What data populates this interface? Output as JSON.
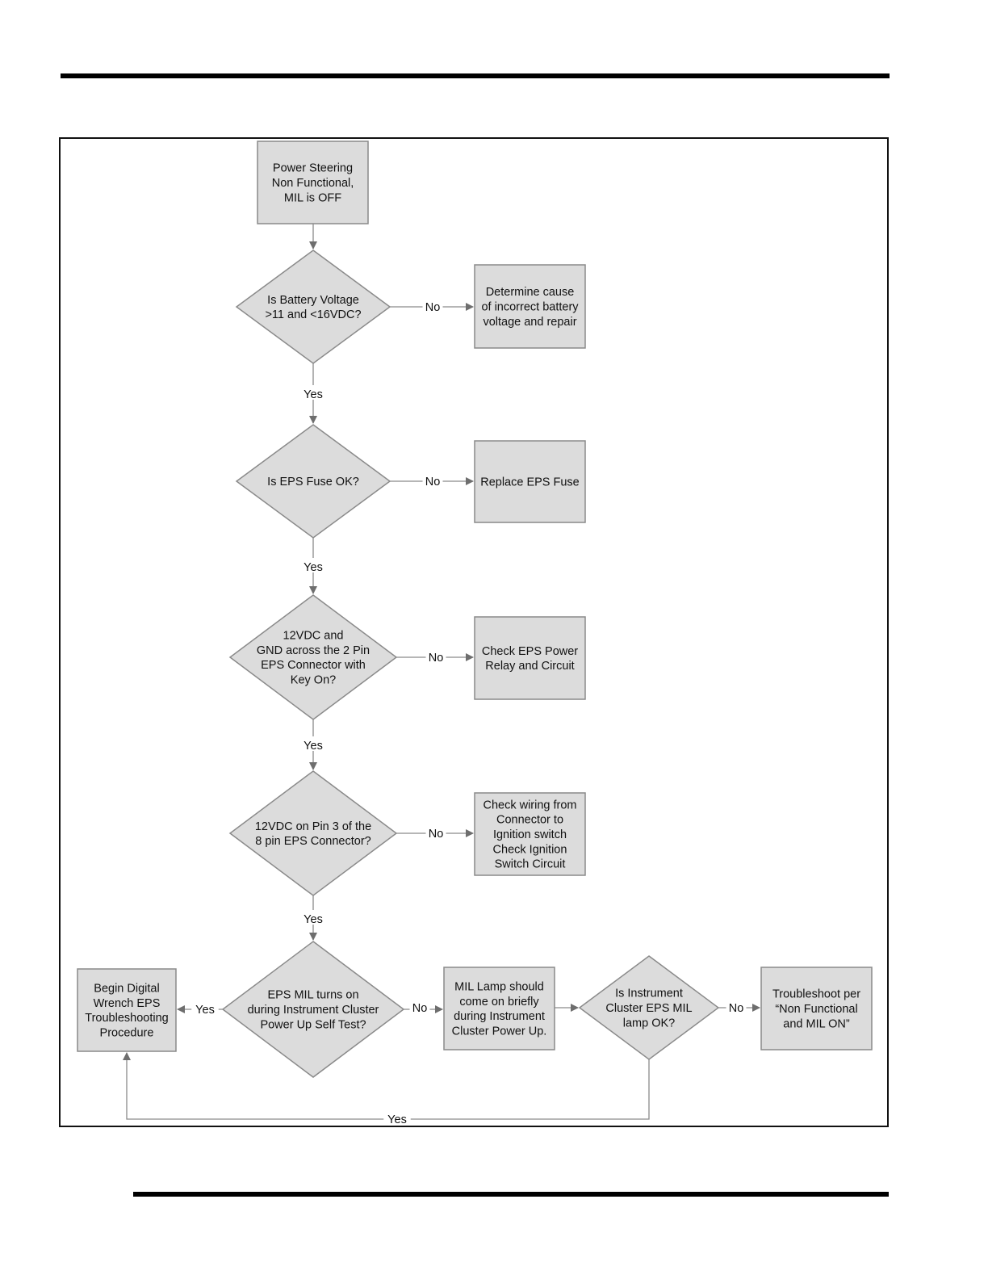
{
  "nodes": {
    "start": "Power Steering\nNon Functional,\nMIL is OFF",
    "d1": "Is Battery Voltage\n>11 and <16VDC?",
    "r1": "Determine cause\nof incorrect battery\nvoltage and repair",
    "d2": "Is EPS Fuse OK?",
    "r2": "Replace EPS Fuse",
    "d3": "12VDC and\nGND across the 2 Pin\nEPS Connector with\nKey On?",
    "r3": "Check EPS Power\nRelay and Circuit",
    "d4": "12VDC on Pin 3 of the\n8 pin EPS Connector?",
    "r4": "Check wiring from\nConnector to\nIgnition switch\nCheck Ignition\nSwitch Circuit",
    "d5": "EPS MIL turns on\nduring Instrument Cluster\nPower Up Self Test?",
    "begin": "Begin Digital\nWrench EPS\nTroubleshooting\nProcedure",
    "mil": "MIL Lamp should\ncome on briefly\nduring Instrument\nCluster Power Up.",
    "d6": "Is Instrument\nCluster EPS MIL\nlamp OK?",
    "ts": "Troubleshoot per\n“Non Functional\nand MIL ON”"
  },
  "edges": {
    "d1_no": "No",
    "d1_yes": "Yes",
    "d2_no": "No",
    "d2_yes": "Yes",
    "d3_no": "No",
    "d3_yes": "Yes",
    "d4_no": "No",
    "d4_yes": "Yes",
    "d5_yes": "Yes",
    "d5_no": "No",
    "d6_no": "No",
    "d6_yes": "Yes"
  },
  "colors": {
    "box_fill": "#dcdcdc",
    "box_stroke": "#8a8a8a",
    "line": "#8a8a8a",
    "arrow": "#6e6e6e"
  }
}
